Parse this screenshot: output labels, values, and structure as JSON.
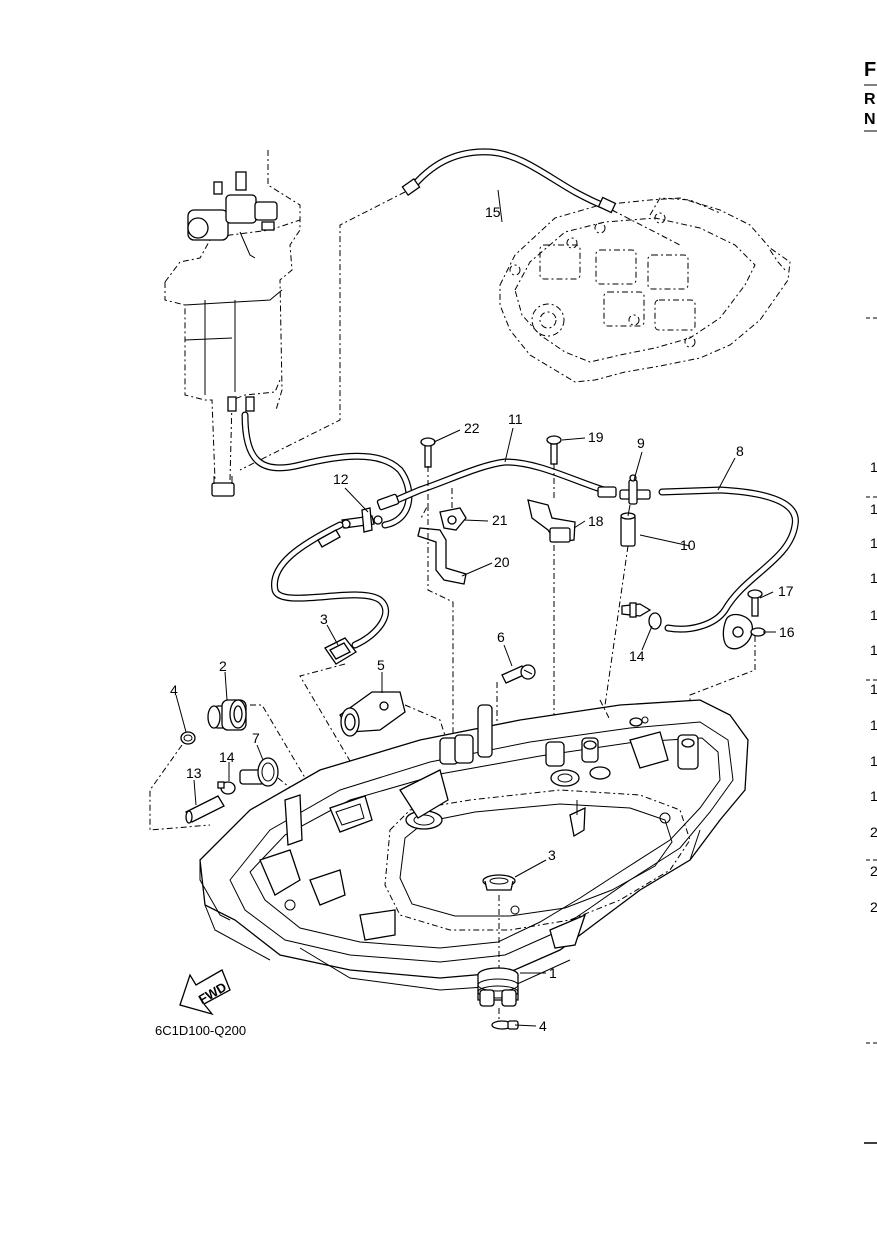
{
  "diagram": {
    "code": "6C1D100-Q200",
    "fwd_label": "FWD",
    "parts": [
      {
        "id": "p1",
        "num": "1"
      },
      {
        "id": "p2",
        "num": "2"
      },
      {
        "id": "p3a",
        "num": "3"
      },
      {
        "id": "p3b",
        "num": "3"
      },
      {
        "id": "p4a",
        "num": "4"
      },
      {
        "id": "p4b",
        "num": "4"
      },
      {
        "id": "p5",
        "num": "5"
      },
      {
        "id": "p6",
        "num": "6"
      },
      {
        "id": "p7",
        "num": "7"
      },
      {
        "id": "p8",
        "num": "8"
      },
      {
        "id": "p9",
        "num": "9"
      },
      {
        "id": "p10",
        "num": "10"
      },
      {
        "id": "p11",
        "num": "11"
      },
      {
        "id": "p12",
        "num": "12"
      },
      {
        "id": "p13",
        "num": "13"
      },
      {
        "id": "p14a",
        "num": "14"
      },
      {
        "id": "p14b",
        "num": "14"
      },
      {
        "id": "p15",
        "num": "15"
      },
      {
        "id": "p16",
        "num": "16"
      },
      {
        "id": "p17",
        "num": "17"
      },
      {
        "id": "p18",
        "num": "18"
      },
      {
        "id": "p19",
        "num": "19"
      },
      {
        "id": "p20",
        "num": "20"
      },
      {
        "id": "p21",
        "num": "21"
      },
      {
        "id": "p22",
        "num": "22"
      }
    ]
  },
  "side_table": {
    "header_letters": [
      "F",
      "R",
      "N"
    ],
    "row_fragments": [
      "1",
      "1",
      "1",
      "1",
      "1",
      "1",
      "1",
      "1",
      "1",
      "1",
      "2",
      "2",
      "2"
    ]
  }
}
